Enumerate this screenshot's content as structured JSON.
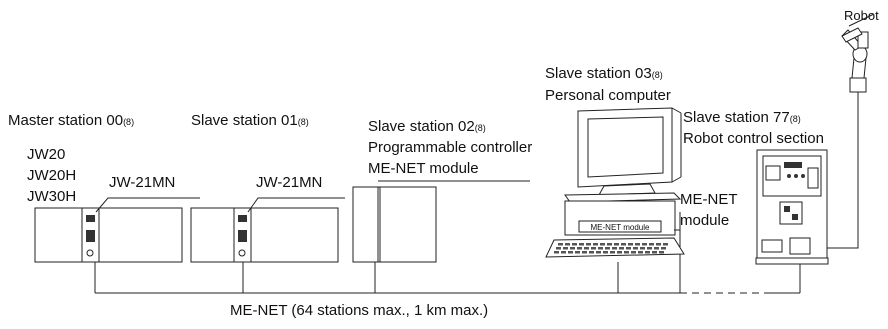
{
  "stations": {
    "master": {
      "label": "Master station 00",
      "suffix": "(8)",
      "models": [
        "JW20",
        "JW20H",
        "JW30H"
      ],
      "module": "JW-21MN"
    },
    "slave01": {
      "label": "Slave station 01",
      "suffix": "(8)",
      "module": "JW-21MN"
    },
    "slave02": {
      "label": "Slave station 02",
      "suffix": "(8)",
      "line2": "Programmable controller",
      "line3": "ME-NET module"
    },
    "slave03": {
      "label": "Slave station 03",
      "suffix": "(8)",
      "line2": "Personal computer",
      "pc_card": "ME-NET module"
    },
    "slave77": {
      "label": "Slave station 77",
      "suffix": "(8)",
      "line2": "Robot control section",
      "module_line1": "ME-NET",
      "module_line2": "module"
    }
  },
  "robot_label": "Robot",
  "network_label": "ME-NET (64 stations max., 1 km max.)"
}
